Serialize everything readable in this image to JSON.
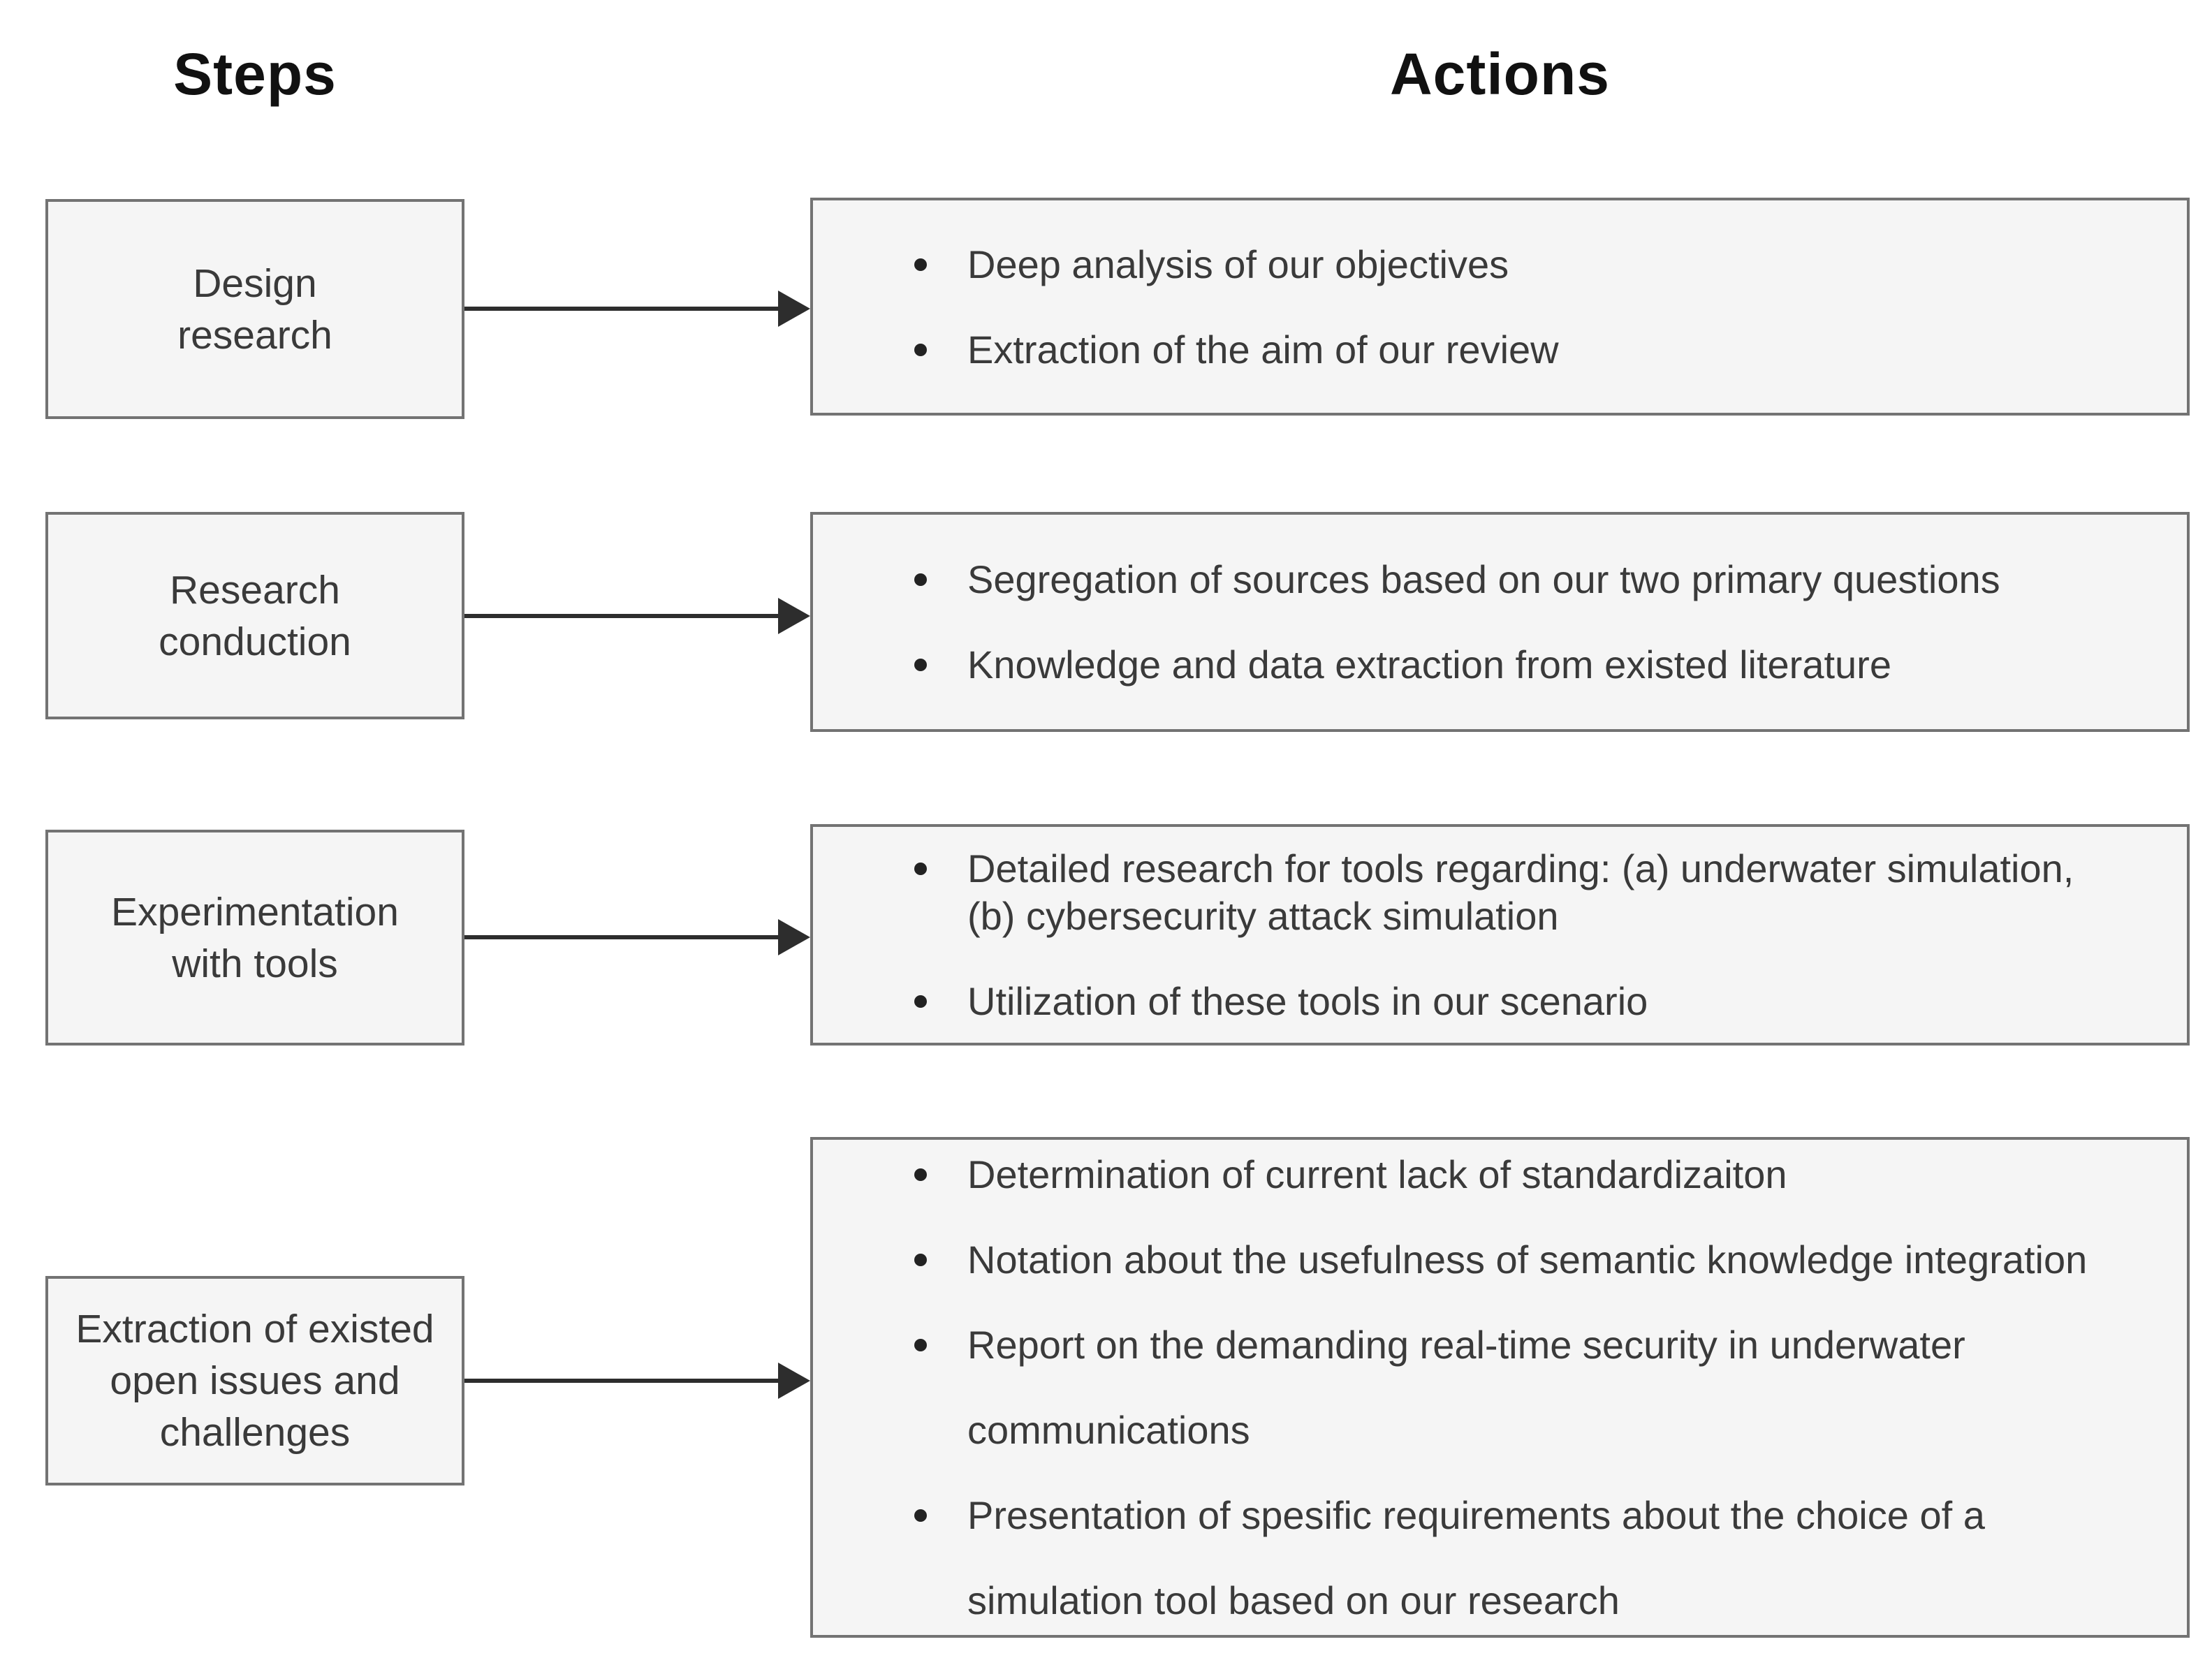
{
  "colors": {
    "box-fill": "#f5f5f5",
    "box-border": "#737373",
    "arrow": "#2d2d2d",
    "text": "#3a3a3a",
    "header-text": "#111111",
    "bullet": "#222222",
    "bg": "#ffffff"
  },
  "headers": {
    "steps": "Steps",
    "actions": "Actions"
  },
  "rows": [
    {
      "step": "Design\nresearch",
      "actions": [
        "Deep analysis of our objectives",
        "Extraction of the aim of our review"
      ]
    },
    {
      "step": "Research\nconduction",
      "actions": [
        "Segregation of sources based on our two primary questions",
        "Knowledge and data extraction from existed literature"
      ]
    },
    {
      "step": "Experimentation\nwith tools",
      "actions": [
        "Detailed research for tools regarding: (a) underwater simulation,\n(b) cybersecurity attack simulation",
        "Utilization of these tools in our scenario"
      ]
    },
    {
      "step": "Extraction of existed\nopen issues and\nchallenges",
      "actions": [
        "Determination of current lack of standardizaiton",
        "Notation about the usefulness of semantic knowledge integration",
        "Report on the demanding real-time security in underwater\ncommunications",
        "Presentation of spesific requirements about the choice of a\nsimulation tool based on our research"
      ]
    }
  ]
}
